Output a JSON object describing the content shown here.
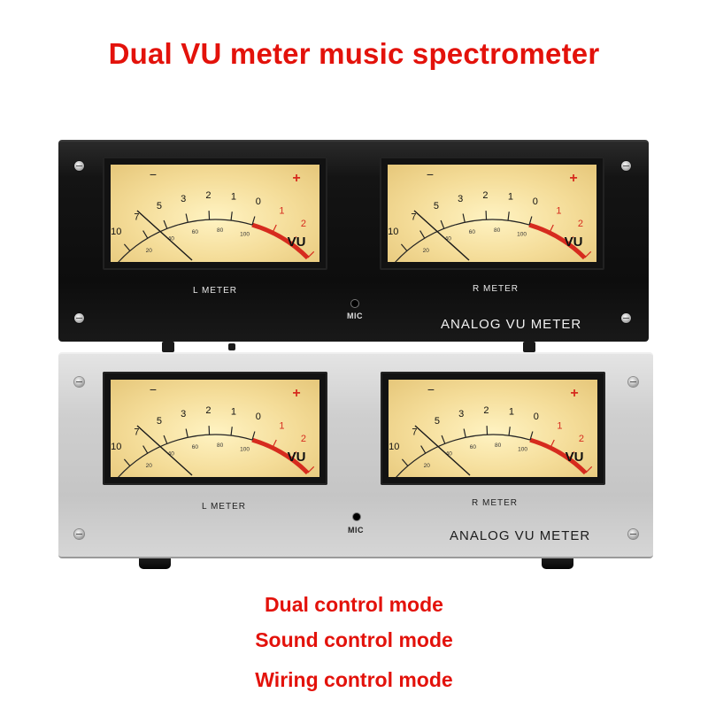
{
  "headline": "Dual VU meter music spectrometer",
  "meter_face": {
    "minus": "−",
    "plus": "+",
    "db_scale": [
      "20",
      "10",
      "7",
      "5",
      "3",
      "2",
      "1",
      "0",
      "1",
      "2",
      "3"
    ],
    "pct_scale": [
      "0",
      "20",
      "40",
      "60",
      "80",
      "100"
    ],
    "unit": "VU"
  },
  "units": {
    "black": {
      "left_label": "L METER",
      "right_label": "R METER",
      "mic_label": "MIC",
      "brand": "ANALOG VU METER"
    },
    "silver": {
      "left_label": "L METER",
      "right_label": "R METER",
      "mic_label": "MIC",
      "brand": "ANALOG VU METER"
    }
  },
  "features": [
    "Dual control mode",
    "Sound control mode",
    "Wiring control mode"
  ],
  "colors": {
    "headline": "#e3120b",
    "meter_face": "#f4dc98",
    "red_zone": "#d62b1e",
    "black_unit": "#111111",
    "silver_unit": "#c8c8c8"
  }
}
